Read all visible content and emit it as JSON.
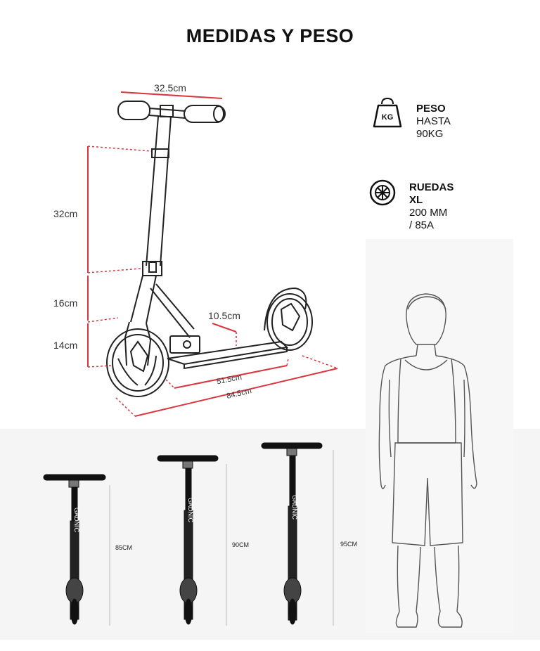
{
  "title": "MEDIDAS Y PESO",
  "dimensions": {
    "handlebar_width": "32.5cm",
    "upper_height": "32cm",
    "middle_height": "16cm",
    "lower_height": "14cm",
    "deck_height": "10.5cm",
    "deck_length": "51.5cm",
    "total_length": "84.5cm"
  },
  "specs": {
    "weight": {
      "icon": "weight-kg-icon",
      "icon_text": "KG",
      "heading": "PESO",
      "line1": "HASTA",
      "line2": "90KG"
    },
    "wheels": {
      "icon": "wheel-icon",
      "heading": "RUEDAS XL",
      "line1": "200 MM",
      "line2": "/ 85A"
    }
  },
  "heights": [
    "85CM",
    "90CM",
    "95CM"
  ],
  "brand": "GADNIC",
  "colors": {
    "dimension_line": "#d9363e",
    "outline": "#222222"
  }
}
